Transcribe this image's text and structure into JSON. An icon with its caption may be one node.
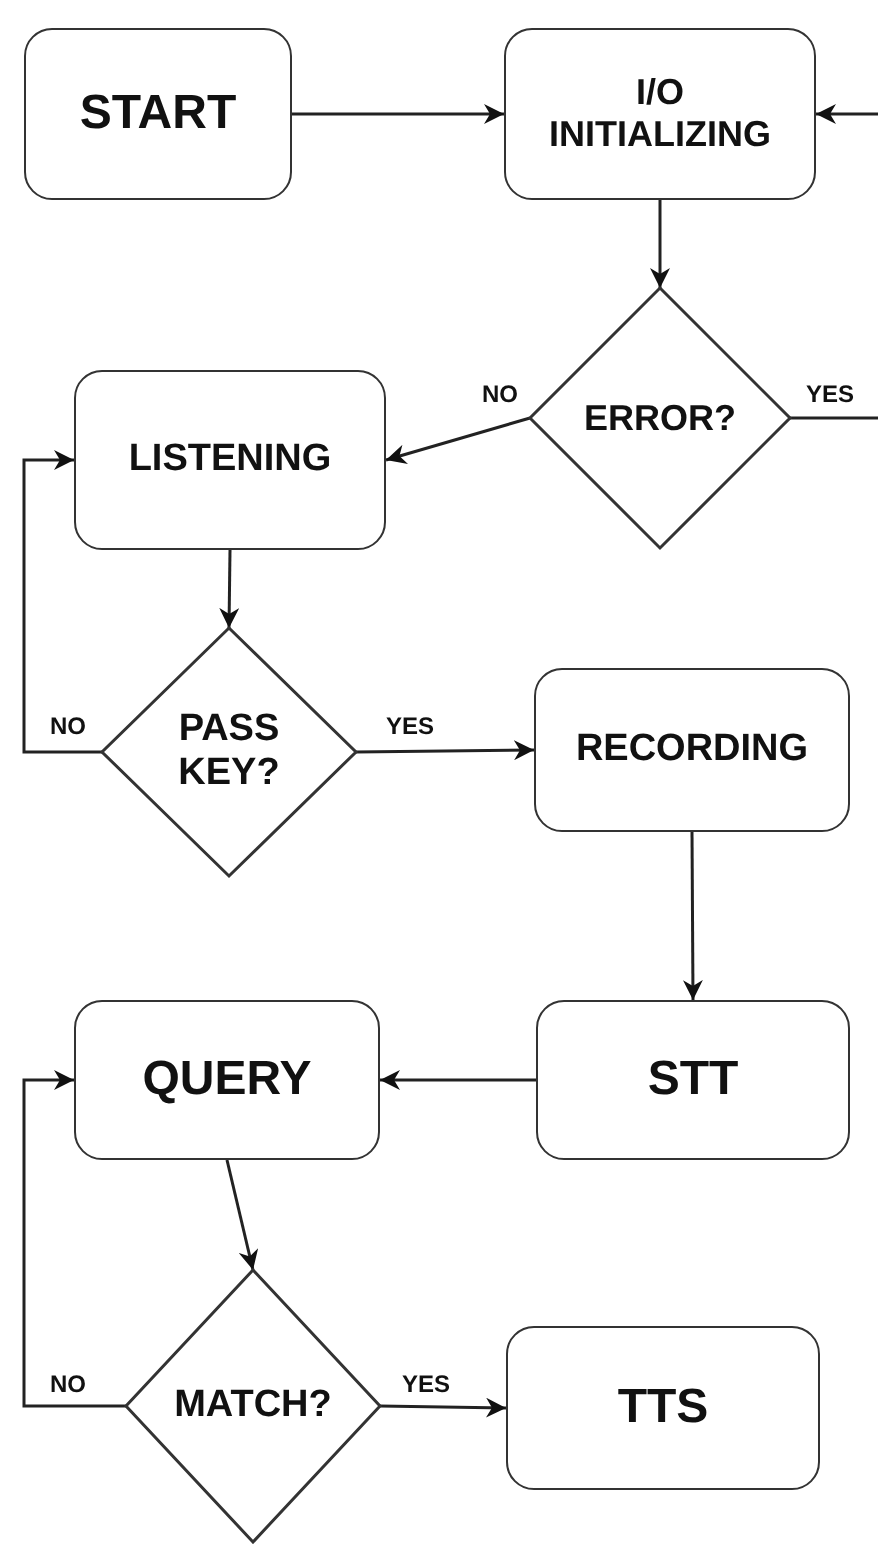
{
  "diagram": {
    "nodes": [
      {
        "text": [
          "START"
        ]
      },
      {
        "text": [
          "I/O INITIALIZING"
        ]
      },
      {
        "text": [
          "ERROR?"
        ]
      },
      {
        "text": [
          "LISTENING"
        ]
      },
      {
        "text": [
          "PASS KEY?"
        ]
      },
      {
        "text": [
          "RECORDING"
        ]
      },
      {
        "text": [
          "STT"
        ]
      },
      {
        "text": [
          "QUERY"
        ]
      },
      {
        "text": [
          "MATCH?"
        ]
      },
      {
        "text": [
          "TTS"
        ]
      }
    ],
    "edges": [
      {
        "from": 0,
        "to": 1,
        "arrow": "to"
      },
      {
        "from": null,
        "to": 1,
        "arrow": "to"
      },
      {
        "from": 1,
        "to": 2,
        "arrow": "to"
      },
      {
        "from": 2,
        "to": 3,
        "arrow": "to",
        "label": "NO"
      },
      {
        "from": 2,
        "to": null,
        "arrow": "none",
        "label": "YES"
      },
      {
        "from": 3,
        "to": 4,
        "arrow": "to"
      },
      {
        "from": 4,
        "to": 3,
        "arrow": "to",
        "label": "NO"
      },
      {
        "from": 4,
        "to": 5,
        "arrow": "to",
        "label": "YES"
      },
      {
        "from": 5,
        "to": 6,
        "arrow": "to"
      },
      {
        "from": 6,
        "to": 7,
        "arrow": "to"
      },
      {
        "from": 7,
        "to": 8,
        "arrow": "to"
      },
      {
        "from": 8,
        "to": 7,
        "arrow": "to",
        "label": "NO"
      },
      {
        "from": 8,
        "to": 9,
        "arrow": "to",
        "label": "YES"
      }
    ]
  }
}
